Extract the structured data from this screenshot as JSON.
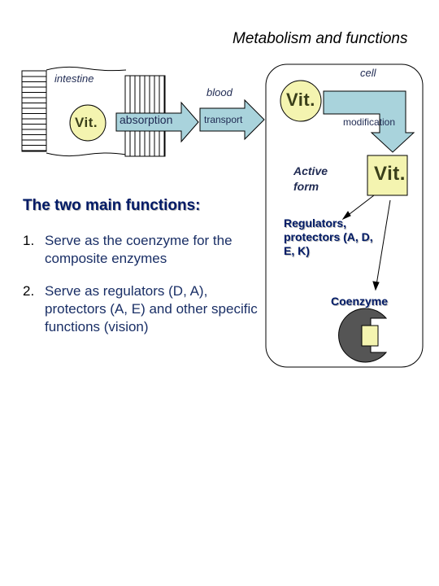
{
  "title": "Metabolism and functions",
  "diagram": {
    "intestine_label": "intestine",
    "vit_label": "Vit.",
    "absorption_label": "absorption",
    "blood_label": "blood",
    "transport_label": "transport",
    "cell_label": "cell",
    "modification_label": "modification",
    "active_form_label": "Active form",
    "regulators_label": "Regulators, protectors (A, D, E, K)",
    "coenzyme_label": "Coenzyme"
  },
  "functions": {
    "heading": "The two main functions:",
    "items": [
      {
        "number": "1.",
        "text": "Serve as the coenzyme for the composite enzymes"
      },
      {
        "number": "2.",
        "text": "Serve as regulators (D, A), protectors (A, E) and other specific functions (vision)"
      }
    ]
  },
  "colors": {
    "arrow_fill": "#a9d3dc",
    "vit_fill": "#f4f4b0",
    "text_blue": "#1a2f66"
  }
}
